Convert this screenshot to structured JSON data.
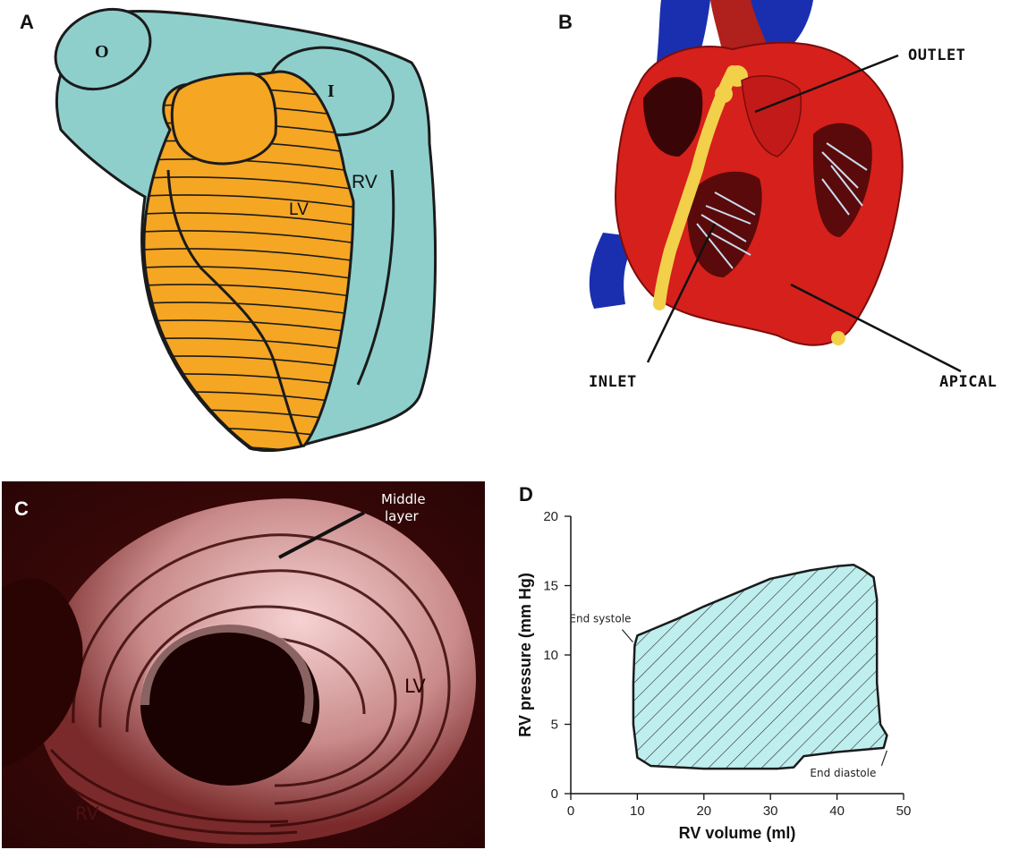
{
  "panels": {
    "a": {
      "letter": "A",
      "labels": {
        "outlet": "O",
        "inlet": "I",
        "rv": "RV",
        "lv": "LV"
      },
      "colors": {
        "rv": "#8ecfcc",
        "lv": "#f5a623",
        "outline": "#1b1b1b"
      }
    },
    "b": {
      "letter": "B",
      "labels": {
        "outlet": "OUTLET",
        "inlet": "INLET",
        "apical": "APICAL"
      },
      "colors": {
        "myocardium": "#d6201c",
        "vessel_blue": "#1a2fb0",
        "fat": "#f2d04a",
        "chordae": "#c9dcef"
      }
    },
    "c": {
      "letter": "C",
      "labels": {
        "middle_layer_1": "Middle",
        "middle_layer_2": "layer",
        "lv": "LV",
        "rv": "RV"
      },
      "colors": {
        "background": "#3a0808",
        "fibers": "#f0c4c4"
      }
    },
    "d": {
      "letter": "D",
      "chart_data": {
        "type": "area",
        "title": "",
        "xlabel": "RV volume (ml)",
        "ylabel": "RV pressure (mm Hg)",
        "xlim": [
          0,
          50
        ],
        "ylim": [
          0,
          20
        ],
        "x_ticks": [
          "0",
          "10",
          "20",
          "30",
          "40",
          "50"
        ],
        "y_ticks": [
          "0",
          "5",
          "10",
          "15",
          "20"
        ],
        "grid": false,
        "fill_color": "#bfeeee",
        "series": [
          {
            "points": [
              [
                10,
                11.4
              ],
              [
                12,
                11.8
              ],
              [
                16,
                12.6
              ],
              [
                20,
                13.5
              ],
              [
                25,
                14.5
              ],
              [
                30,
                15.5
              ],
              [
                33,
                15.8
              ],
              [
                36,
                16.1
              ],
              [
                40,
                16.4
              ],
              [
                42.5,
                16.5
              ],
              [
                44,
                16.1
              ],
              [
                45.5,
                15.6
              ],
              [
                46,
                14
              ],
              [
                46,
                8
              ],
              [
                46.5,
                5
              ],
              [
                47.5,
                4.2
              ],
              [
                47,
                3.3
              ],
              [
                40,
                3
              ],
              [
                35,
                2.7
              ],
              [
                33.5,
                1.9
              ],
              [
                31,
                1.8
              ],
              [
                20,
                1.8
              ],
              [
                12,
                2.0
              ],
              [
                10,
                2.6
              ],
              [
                9.4,
                5
              ],
              [
                9.4,
                8
              ],
              [
                9.6,
                10.7
              ],
              [
                10,
                11.4
              ]
            ]
          }
        ],
        "annotations": [
          {
            "text": "End systole",
            "x": 9.6,
            "y": 10.8
          },
          {
            "text": "End diastole",
            "x": 47.5,
            "y": 3.3
          }
        ]
      }
    }
  }
}
